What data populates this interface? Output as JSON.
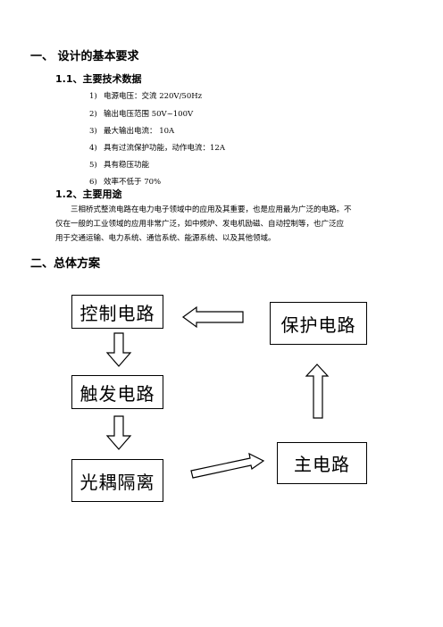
{
  "section1": {
    "title": "一、 设计的基本要求",
    "sub1": {
      "title": "1.1、主要技术数据",
      "items": [
        {
          "num": "1)",
          "text": "电源电压：交流 220V/50Hz"
        },
        {
          "num": "2)",
          "text": "输出电压范围 50V~100V"
        },
        {
          "num": "3)",
          "text": "最大输出电流： 10A"
        },
        {
          "num": "4)",
          "text": "具有过流保护功能，动作电流：12A"
        },
        {
          "num": "5)",
          "text": "具有稳压功能"
        },
        {
          "num": "6)",
          "text": "效率不低于 70%"
        }
      ]
    },
    "sub2": {
      "title": "1.2、主要用途",
      "lines": [
        "三相桥式整流电路在电力电子领域中的应用及其重要，也是应用最为广泛的电路。不",
        "仅在一般的工业领域的应用非常广泛，如中频炉、发电机励磁、自动控制等，也广泛应",
        "用于交通运输、电力系统、通信系统、能源系统、以及其他领域。"
      ]
    }
  },
  "section2": {
    "title": "二、总体方案"
  },
  "diagram": {
    "control": "控制电路",
    "trigger": "触发电路",
    "optocoupler": "光耦隔离",
    "protection": "保护电路",
    "main": "主电路"
  }
}
